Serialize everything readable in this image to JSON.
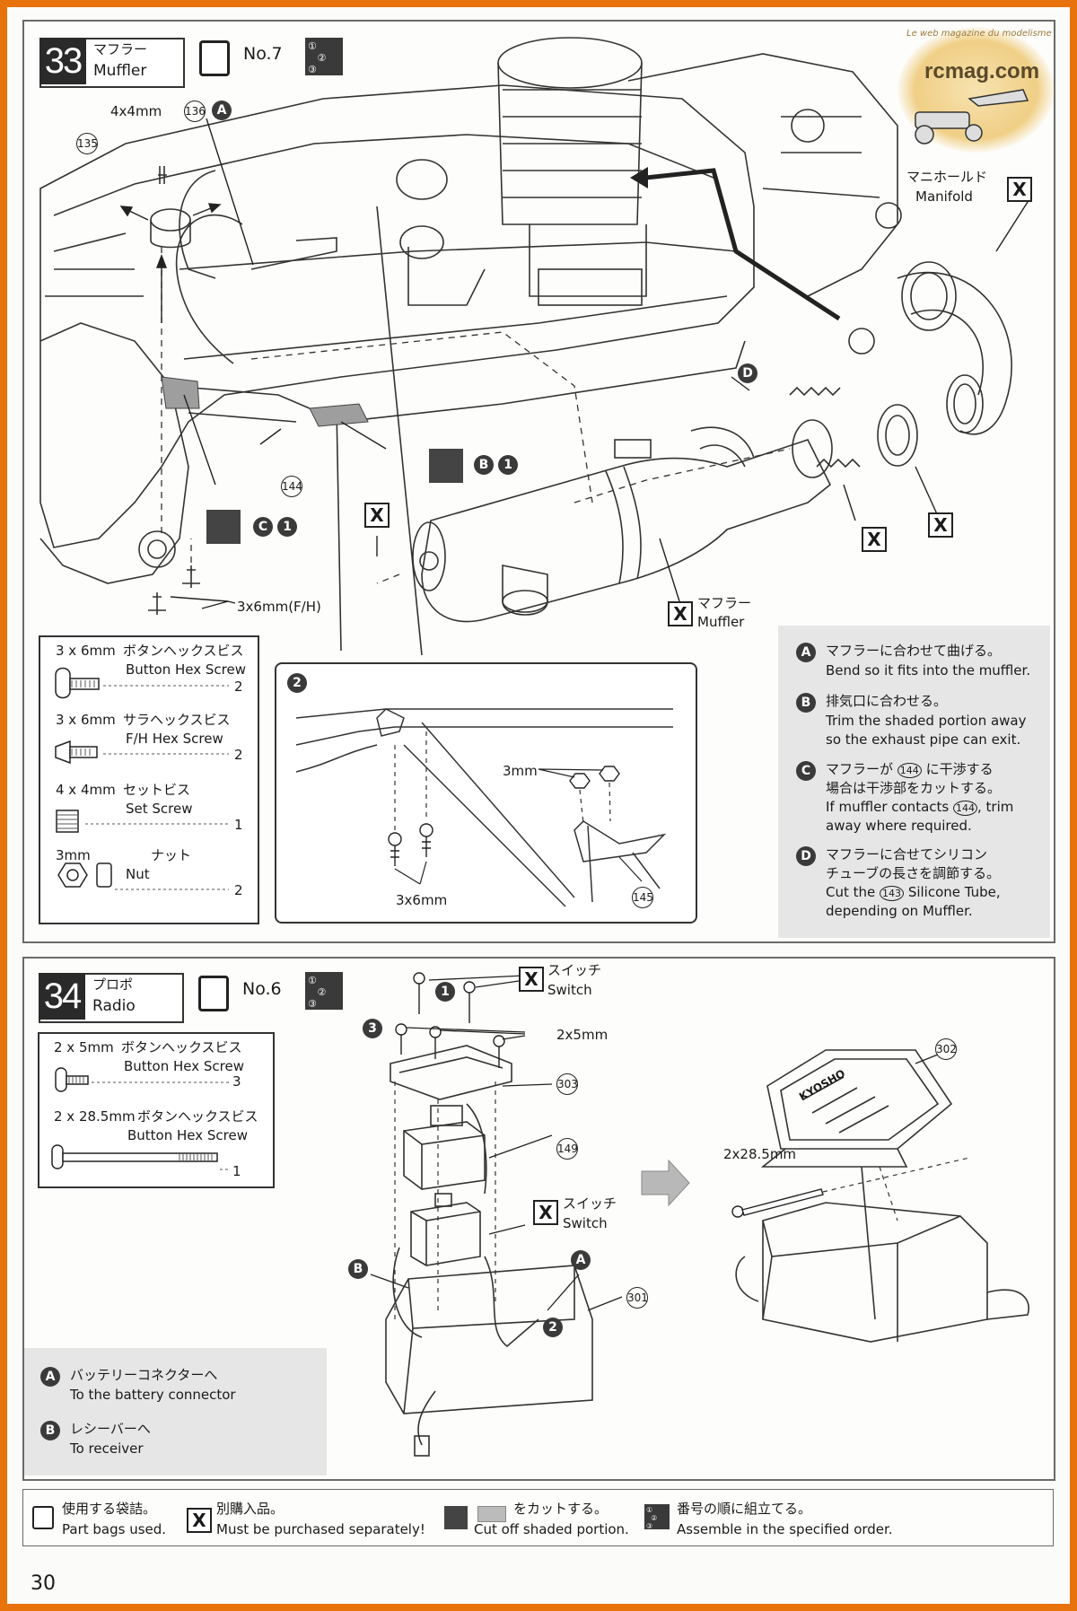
{
  "watermark": {
    "brand": "rcmag.com",
    "tagline": "Le web magazine du modelisme"
  },
  "step33": {
    "number": "33",
    "title_jp": "マフラー",
    "title_en": "Muffler",
    "bag": "No.7",
    "callouts": {
      "screw_4x4": "4x4mm",
      "part_135": "135",
      "part_136": "136",
      "part_144": "144",
      "part_145": "145",
      "screw_3x6fh": "3x6mm(F/H)",
      "manifold_jp": "マニホールド",
      "manifold_en": "Manifold",
      "muffler_jp": "マフラー",
      "muffler_en": "Muffler",
      "nut_3mm": "3mm",
      "screw_3x6": "3x6mm",
      "detail_no": "2",
      "label_A": "A",
      "label_B": "B",
      "label_C": "C",
      "label_D": "D",
      "order_1": "1",
      "x": "X"
    },
    "parts": [
      {
        "size": "3 x 6mm",
        "name_jp": "ボタンヘックスビス",
        "name_en": "Button Hex Screw",
        "qty": "2"
      },
      {
        "size": "3 x 6mm",
        "name_jp": "サラヘックスビス",
        "name_en": "F/H Hex Screw",
        "qty": "2"
      },
      {
        "size": "4 x 4mm",
        "name_jp": "セットビス",
        "name_en": "Set Screw",
        "qty": "1"
      },
      {
        "size": "3mm",
        "name_jp": "ナット",
        "name_en": "Nut",
        "qty": "2"
      }
    ],
    "notes": [
      {
        "key": "A",
        "jp": "マフラーに合わせて曲げる。",
        "en": "Bend so it fits into the muffler."
      },
      {
        "key": "B",
        "jp": "排気口に合わせる。",
        "en1": "Trim the shaded portion away",
        "en2": "so the exhaust pipe can exit."
      },
      {
        "key": "C",
        "jp1_pre": "マフラーが",
        "jp1_num": "144",
        "jp1_post": "に干渉する",
        "jp2": "場合は干渉部をカットする。",
        "en1_pre": "If muffler contacts",
        "en1_num": "144",
        "en1_post": ", trim",
        "en2": "away where required."
      },
      {
        "key": "D",
        "jp1": "マフラーに合せてシリコン",
        "jp2": "チューブの長さを調節する。",
        "en1_pre": "Cut the",
        "en1_num": "143",
        "en1_post": "Silicone Tube,",
        "en2": "depending on Muffler."
      }
    ]
  },
  "step34": {
    "number": "34",
    "title_jp": "プロポ",
    "title_en": "Radio",
    "bag": "No.6",
    "callouts": {
      "switch_jp": "スイッチ",
      "switch_en": "Switch",
      "screw_2x5": "2x5mm",
      "screw_2x28": "2x28.5mm",
      "part_149": "149",
      "part_301": "301",
      "part_302": "302",
      "part_303": "303",
      "order_1": "1",
      "order_2": "2",
      "order_3": "3",
      "label_A": "A",
      "label_B": "B",
      "box_text": "KYOSHO",
      "x": "X"
    },
    "parts": [
      {
        "size": "2 x 5mm",
        "name_jp": "ボタンヘックスビス",
        "name_en": "Button Hex Screw",
        "qty": "3"
      },
      {
        "size": "2 x 28.5mm",
        "name_jp": "ボタンヘックスビス",
        "name_en": "Button Hex Screw",
        "qty": "1"
      }
    ],
    "notes": [
      {
        "key": "A",
        "jp": "バッテリーコネクターへ",
        "en": "To the battery connector"
      },
      {
        "key": "B",
        "jp": "レシーバーへ",
        "en": "To receiver"
      }
    ]
  },
  "legend": [
    {
      "icon": "bag-icon",
      "jp": "使用する袋詰。",
      "en": "Part bags used."
    },
    {
      "icon": "x-icon",
      "jp": "別購入品。",
      "en": "Must be purchased separately!"
    },
    {
      "icon": "cut-icon",
      "jp": "をカットする。",
      "en": "Cut off shaded portion."
    },
    {
      "icon": "order-icon",
      "jp": "番号の順に組立てる。",
      "en": "Assemble in the specified order."
    }
  ],
  "page_number": "30"
}
